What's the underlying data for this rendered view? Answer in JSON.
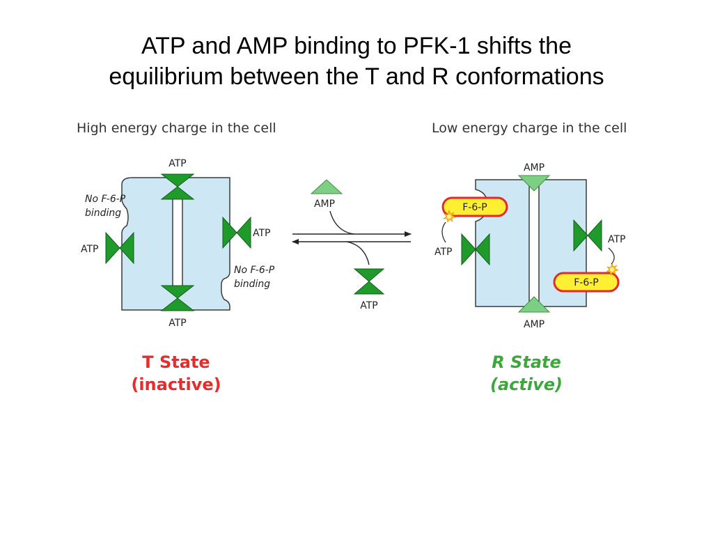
{
  "title": {
    "line1": "ATP and AMP binding to PFK-1 shifts the",
    "line2": "equilibrium between the T and R conformations"
  },
  "colors": {
    "protein_fill": "#cde8f4",
    "protein_stroke": "#3a3a3a",
    "atp_green": "#1f9a2b",
    "amp_green": "#7dcf84",
    "f6p_red": "#e6272d",
    "f6p_fill": "#ffef33",
    "t_state_red": "#e52d2d",
    "r_state_green": "#3aa83a"
  },
  "left_panel": {
    "heading": "High energy charge in the cell",
    "atp_top": "ATP",
    "atp_bottom": "ATP",
    "atp_left": "ATP",
    "atp_right": "ATP",
    "no_f6p_left_line1": "No F-6-P",
    "no_f6p_left_line2": "binding",
    "no_f6p_right_line1": "No F-6-P",
    "no_f6p_right_line2": "binding",
    "state_name": "T State",
    "state_desc": "(inactive)"
  },
  "middle": {
    "amp_label": "AMP",
    "atp_label": "ATP"
  },
  "right_panel": {
    "heading": "Low energy charge in the cell",
    "amp_top": "AMP",
    "amp_bottom": "AMP",
    "atp_left": "ATP",
    "atp_right": "ATP",
    "f6p_top": "F-6-P",
    "f6p_bottom": "F-6-P",
    "state_name": "R State",
    "state_desc": "(active)"
  }
}
